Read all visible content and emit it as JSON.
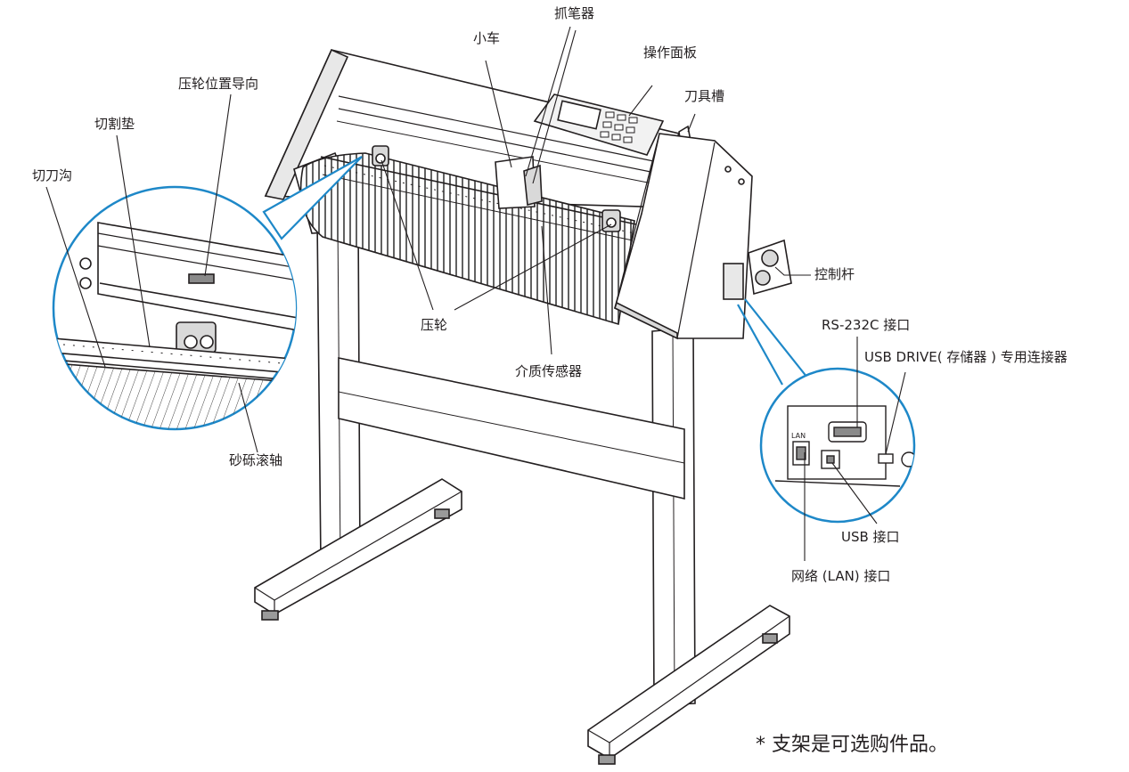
{
  "labels": {
    "carriage": "小车",
    "pen_holder": "抓笔器",
    "control_panel": "操作面板",
    "tool_slot": "刀具槽",
    "push_roller_guide": "压轮位置导向",
    "cutting_mat": "切割垫",
    "cutting_groove": "切刀沟",
    "control_lever": "控制杆",
    "push_roller": "压轮",
    "media_sensor": "介质传感器",
    "grit_roller": "砂砾滚轴",
    "rs232c": "RS-232C 接口",
    "usb_drive": "USB DRIVE( 存储器 ) 专用连接器",
    "usb_port": "USB 接口",
    "lan_port": "网络 (LAN) 接口",
    "lan_tag": "LAN"
  },
  "note": "* 支架是可选购件品。",
  "colors": {
    "line": "#231f20",
    "callout": "#1e88c8",
    "panel_fill": "#f2f2f2",
    "roller_fill": "#d9d9d9"
  }
}
